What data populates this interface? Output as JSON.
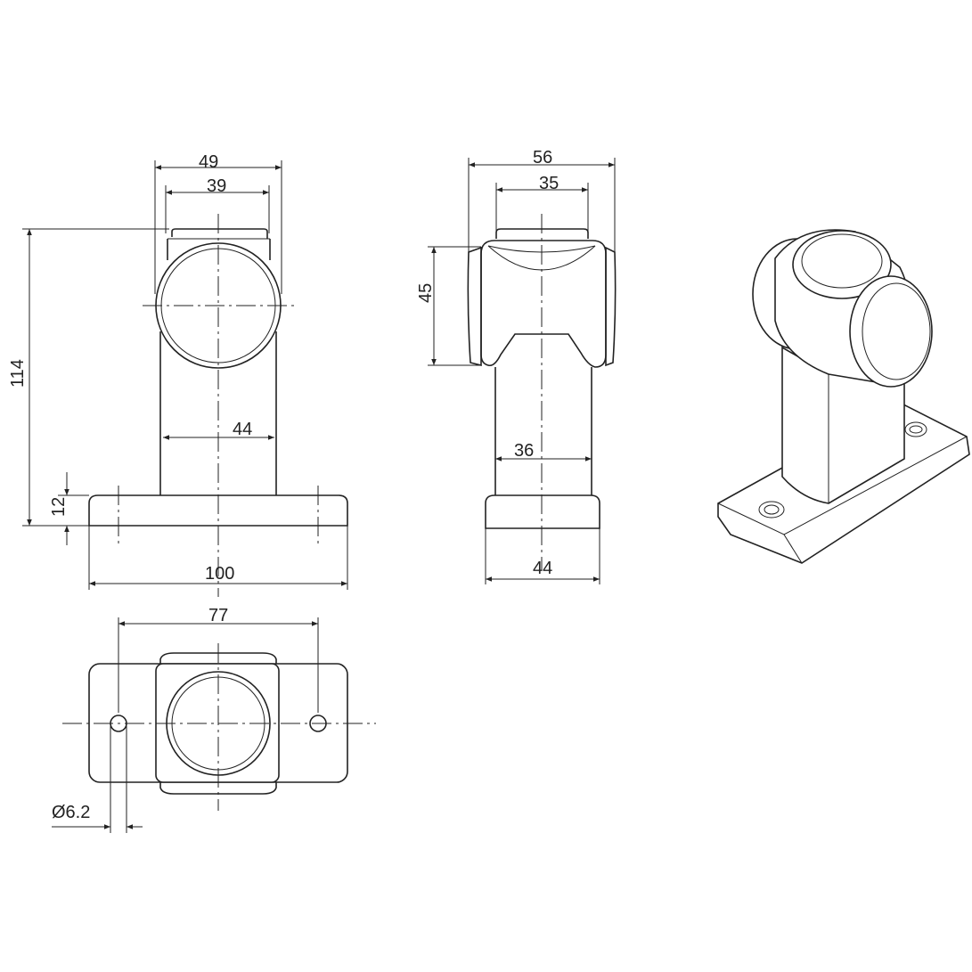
{
  "front_view": {
    "overall_width": "49",
    "cap_width": "39",
    "overall_height": "114",
    "column_width": "44",
    "base_height": "12",
    "base_length": "100"
  },
  "side_view": {
    "overall_width": "56",
    "cap_width": "35",
    "head_height": "45",
    "column_width": "36",
    "base_width": "44"
  },
  "top_view": {
    "hole_spacing": "77",
    "hole_diameter": "Ø6.2"
  },
  "colors": {
    "line": "#222222",
    "background": "#ffffff"
  }
}
